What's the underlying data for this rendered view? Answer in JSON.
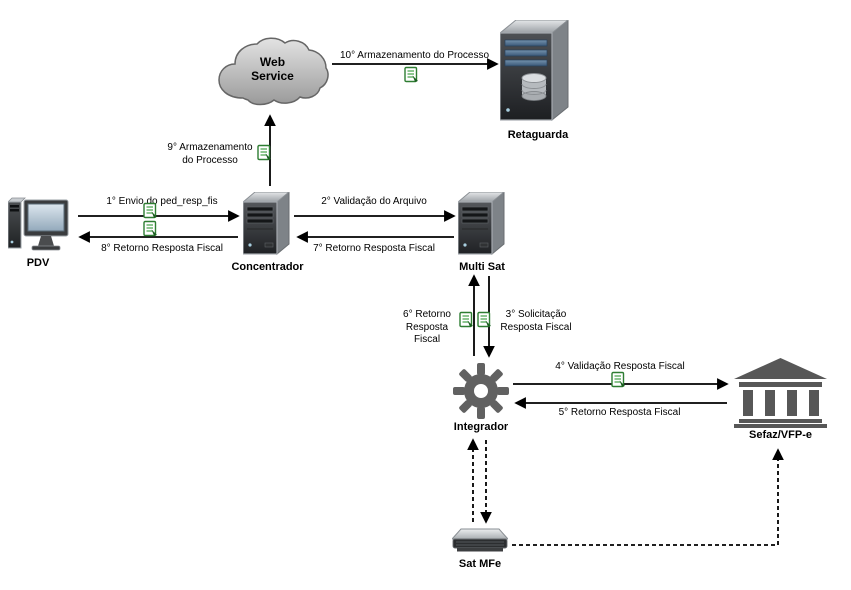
{
  "colors": {
    "arrow": "#000000",
    "doc_icon_green": "#2e7d32",
    "building_gray": "#575757",
    "background": "#ffffff"
  },
  "nodes": {
    "pdv": {
      "label": "PDV",
      "icon": "desktop-computer-icon"
    },
    "concentrador": {
      "label": "Concentrador",
      "icon": "server-tower-icon"
    },
    "web_service": {
      "label": "Web\nService",
      "icon": "cloud-icon"
    },
    "retaguarda": {
      "label": "Retaguarda",
      "icon": "database-server-icon"
    },
    "multisat": {
      "label": "Multi Sat",
      "icon": "server-tower-icon"
    },
    "integrador": {
      "label": "Integrador",
      "icon": "gear-icon"
    },
    "sefaz": {
      "label": "Sefaz/VFP-e",
      "icon": "bank-icon"
    },
    "sat_mfe": {
      "label": "Sat MFe",
      "icon": "sat-device-icon"
    }
  },
  "edges": {
    "e1": {
      "label": "1° Envio do ped_resp_fis",
      "doc_icon": true
    },
    "e2": {
      "label": "2° Validação do Arquivo",
      "doc_icon": false
    },
    "e3": {
      "label": "3° Solicitação\nResposta Fiscal",
      "doc_icon": true
    },
    "e4": {
      "label": "4° Validação Resposta Fiscal",
      "doc_icon": true
    },
    "e5": {
      "label": "5° Retorno Resposta Fiscal",
      "doc_icon": false
    },
    "e6": {
      "label": "6° Retorno\nResposta Fiscal",
      "doc_icon": true
    },
    "e7": {
      "label": "7° Retorno Resposta Fiscal",
      "doc_icon": false
    },
    "e8": {
      "label": "8° Retorno Resposta Fiscal",
      "doc_icon": true
    },
    "e9": {
      "label": "9° Armazenamento\ndo Processo",
      "doc_icon": true
    },
    "e10": {
      "label": "10° Armazenamento do Processo",
      "doc_icon": true
    }
  }
}
